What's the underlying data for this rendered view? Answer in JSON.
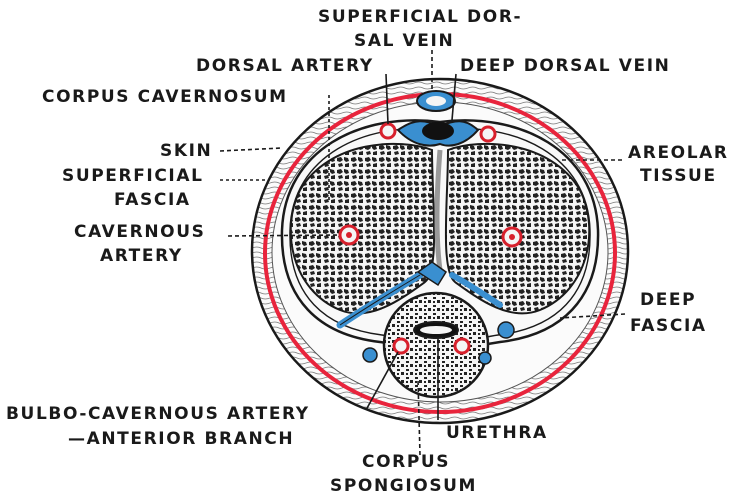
{
  "labels": {
    "superficial_dorsal_vein_1": "SUPERFICIAL DOR-",
    "superficial_dorsal_vein_2": "SAL VEIN",
    "dorsal_artery": "DORSAL ARTERY",
    "deep_dorsal_vein": "DEEP DORSAL VEIN",
    "corpus_cavernosum": "CORPUS CAVERNOSUM",
    "skin": "SKIN",
    "superficial_fascia_1": "SUPERFICIAL",
    "superficial_fascia_2": "FASCIA",
    "areolar_tissue_1": "AREOLAR",
    "areolar_tissue_2": "TISSUE",
    "cavernous_artery_1": "CAVERNOUS",
    "cavernous_artery_2": "ARTERY",
    "deep_fascia_1": "DEEP",
    "deep_fascia_2": "FASCIA",
    "bulbo_cavernous_artery_1": "BULBO-CAVERNOUS ARTERY",
    "bulbo_cavernous_artery_2": "—ANTERIOR BRANCH",
    "urethra": "URETHRA",
    "corpus_spongiosum_1": "CORPUS",
    "corpus_spongiosum_2": "SPONGIOSUM"
  },
  "colors": {
    "outline": "#1a1a1a",
    "skin_red": "#e8243c",
    "vein_blue": "#3a8fd0",
    "artery_red": "#d8202c",
    "tissue_fill": "#f7f7f7",
    "background": "#ffffff"
  }
}
